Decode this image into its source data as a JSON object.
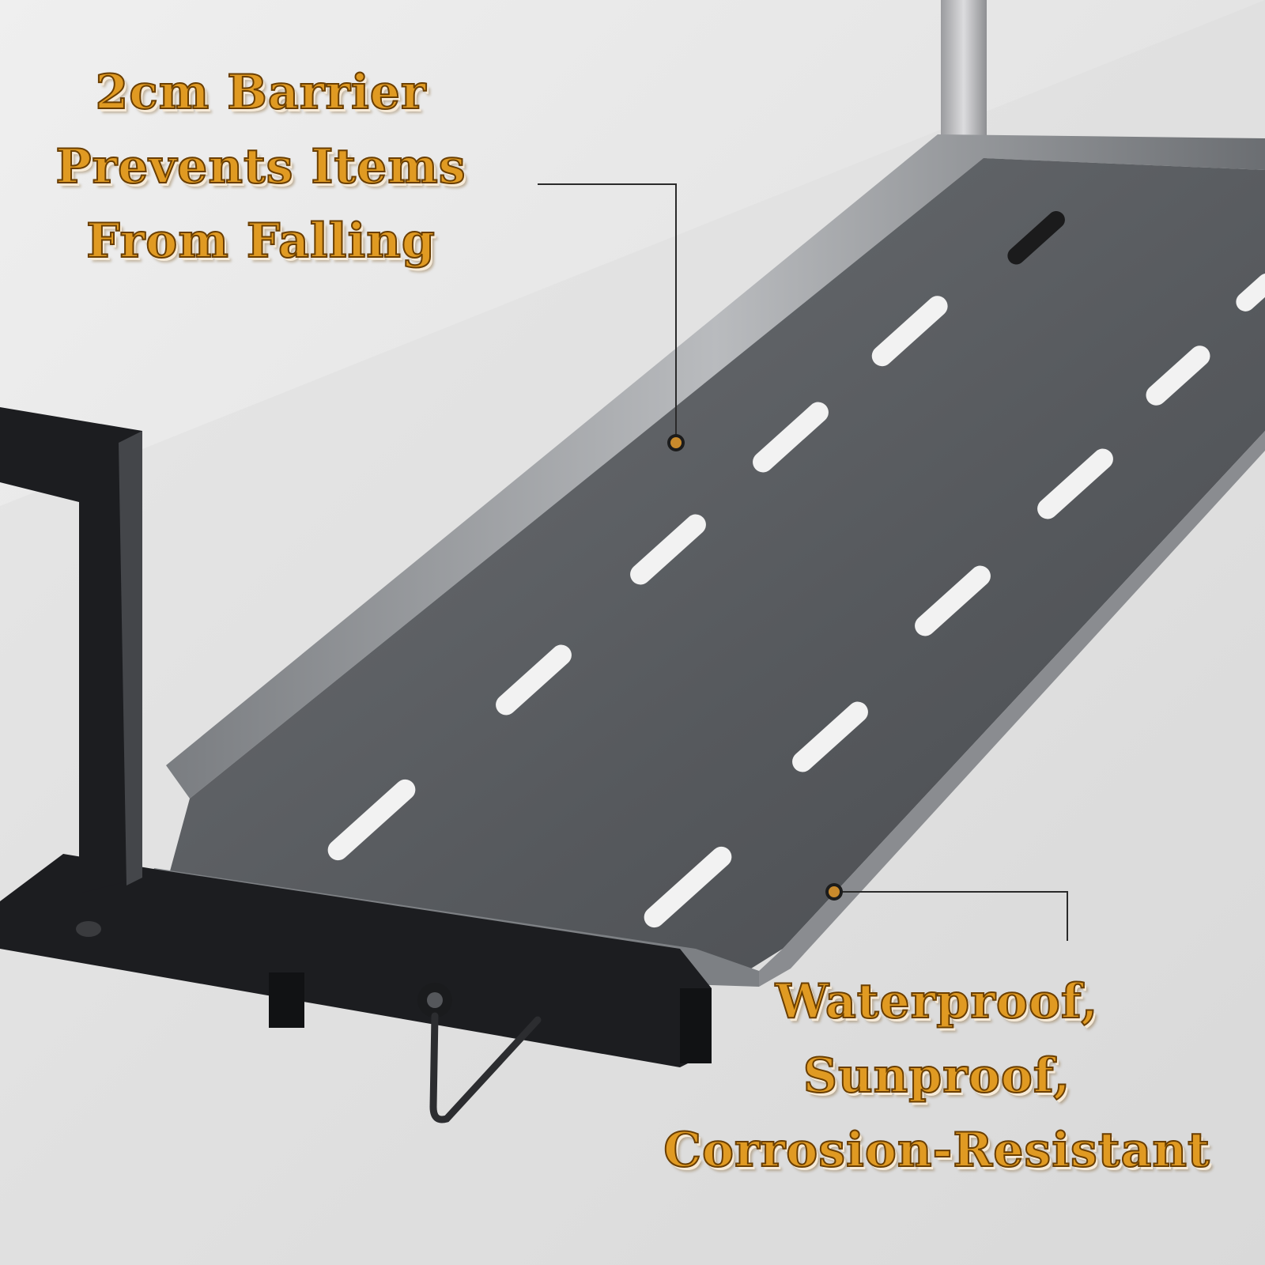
{
  "callouts": {
    "top": {
      "lines": [
        "2cm Barrier",
        "Prevents Items",
        "From Falling"
      ]
    },
    "bottom": {
      "lines": [
        "Waterproof,",
        "Sunproof,",
        "Corrosion-Resistant"
      ]
    }
  },
  "colors": {
    "callout_text": "#e09a22",
    "callout_outline": "#6a3e00",
    "leader_line": "#2a2a2a",
    "marker_fill": "#c98a2c",
    "shelf_surface": "#5e6165",
    "bracket": "#1c1d20",
    "background": "#e6e6e6"
  },
  "icons": {
    "marker": "ring-dot-marker"
  }
}
